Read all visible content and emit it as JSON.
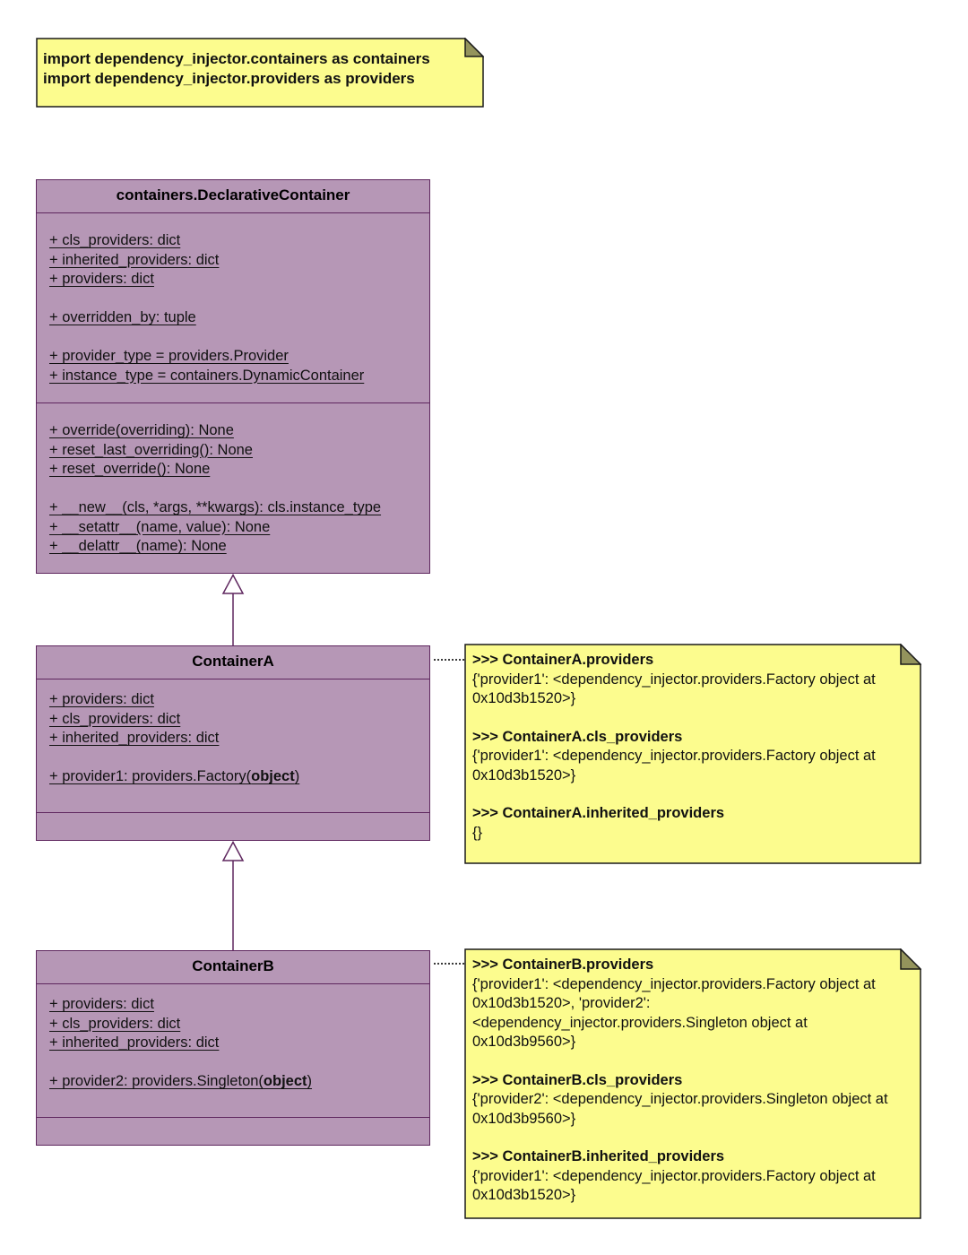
{
  "diagram": {
    "import_note": {
      "lines": [
        "import dependency_injector.containers as containers",
        "import dependency_injector.providers as providers"
      ]
    },
    "classes": {
      "declarative_container": {
        "title": "containers.DeclarativeContainer",
        "attributes": [
          "+ cls_providers: dict",
          "+ inherited_providers: dict",
          "+ providers: dict",
          "",
          "+ overridden_by: tuple",
          "",
          "+ provider_type = providers.Provider",
          "+ instance_type = containers.DynamicContainer"
        ],
        "methods": [
          "+ override(overriding): None",
          "+ reset_last_overriding(): None",
          "+ reset_override(): None",
          "",
          "+ __new__(cls, *args, **kwargs): cls.instance_type",
          "+ __setattr__(name, value): None",
          "+ __delattr__(name): None"
        ]
      },
      "container_a": {
        "title": "ContainerA",
        "attributes": [
          "+ providers: dict",
          "+ cls_providers: dict",
          "+ inherited_providers: dict",
          ""
        ],
        "provider_member": {
          "pre": "+ provider1: providers.Factory(",
          "bold": "object",
          "post": ")"
        }
      },
      "container_b": {
        "title": "ContainerB",
        "attributes": [
          "+ providers: dict",
          "+ cls_providers: dict",
          "+ inherited_providers: dict",
          ""
        ],
        "provider_member": {
          "pre": "+ provider2: providers.Singleton(",
          "bold": "object",
          "post": ")"
        }
      }
    },
    "notes": {
      "container_a": {
        "blocks": [
          {
            "heading": ">>> ContainerA.providers",
            "body": "{'provider1': <dependency_injector.providers.Factory object at 0x10d3b1520>}"
          },
          {
            "heading": ">>> ContainerA.cls_providers",
            "body": "{'provider1': <dependency_injector.providers.Factory object at 0x10d3b1520>}"
          },
          {
            "heading": ">>> ContainerA.inherited_providers",
            "body": "{}"
          }
        ]
      },
      "container_b": {
        "blocks": [
          {
            "heading": ">>> ContainerB.providers",
            "body": "{'provider1': <dependency_injector.providers.Factory object at 0x10d3b1520>, 'provider2': <dependency_injector.providers.Singleton object at 0x10d3b9560>}"
          },
          {
            "heading": ">>> ContainerB.cls_providers",
            "body": "{'provider2': <dependency_injector.providers.Singleton object at 0x10d3b9560>}"
          },
          {
            "heading": ">>> ContainerB.inherited_providers",
            "body": "{'provider1': <dependency_injector.providers.Factory object at 0x10d3b1520>}"
          }
        ]
      }
    },
    "colors": {
      "class_fill": "#B697B6",
      "class_border": "#5E265E",
      "note_fill": "#FCFC8E",
      "note_border": "#1A1A1A",
      "note_fold": "#94945C",
      "connector": "#3A3A3A"
    }
  }
}
